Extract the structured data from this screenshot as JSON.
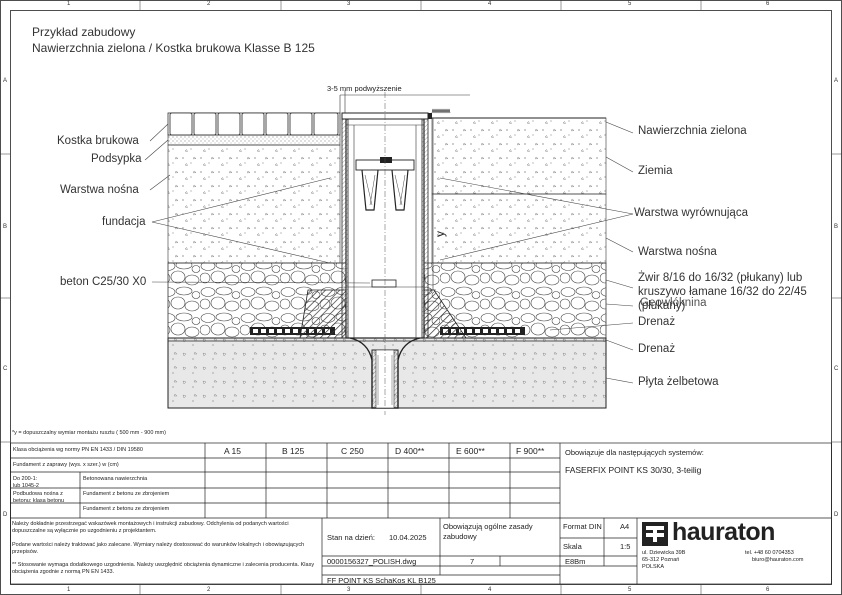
{
  "sheet": {
    "col_markers": [
      "1",
      "2",
      "3",
      "4",
      "5",
      "6"
    ],
    "row_markers": [
      "A",
      "B",
      "C",
      "D"
    ]
  },
  "header": {
    "title_line1": "Przykład zabudowy",
    "title_line2": "Nawierzchnia zielona / Kostka brukowa Klasse B 125"
  },
  "drawing": {
    "callout_top": "3-5 mm podwyższenie",
    "labels_left": {
      "kostka": "Kostka brukowa",
      "podsypka": "Podsypka",
      "warstwa_nosna": "Warstwa nośna",
      "fundacja": "fundacja",
      "beton": "beton C25/30 X0"
    },
    "labels_right": {
      "nawierzchnia": "Nawierzchnia zielona",
      "ziemia": "Ziemia",
      "wyrownujaca": "Warstwa wyrównująca",
      "warstwa_nosna": "Warstwa nośna",
      "zwir_line1": "Żwir 8/16 do 16/32 (płukany) lub",
      "zwir_line2": "kruszywo łamane 16/32 do 22/45",
      "zwir_line3": "(płukany)",
      "geowloknina": "Geowłóknina",
      "drenaz1": "Drenaż",
      "drenaz2": "Drenaż",
      "plyta": "Płyta żelbetowa"
    },
    "y_marker": "y",
    "footnote": "*y = dopuszczalny wymiar montażu rusztu ( 500 mm - 900 mm)"
  },
  "titleblock": {
    "row1_left": "Klasa obciążenia wg normy PN EN 1433 / DIN 19580",
    "row2_left": "Fundament z zaprawy (wys. x szer.) w (cm)",
    "classes": [
      "A 15",
      "B 125",
      "C 250",
      "D 400**",
      "E 600**",
      "F 900**"
    ],
    "norm_small": "Do 200-1:\nlub 1045-2",
    "fund_small": "Podbudowa nośna z betonu: klasa betonu",
    "r3": "Betonowana nawierzchnia",
    "r4": "Fundament z betonu ze zbrojeniem",
    "r5": "Fundament z betonu ze zbrojeniem",
    "system_label": "Obowiązuje dla następujących systemów:",
    "system_value": "FASERFIX POINT KS 30/30, 3-teilig",
    "notes1": "Należy dokładnie przestrzegać wskazówek montażowych i instrukcji zabudowy. Odchylenia od podanych wartości dopuszczalne są wyłącznie po uzgodnieniu z projektantem.",
    "notes2": "Podane wartości należy traktować jako zalecane. Wymiary należy dostosować do warunków lokalnych i obowiązujących przepisów.",
    "notes3": "** Stosowanie wymaga dodatkowego uzgodnienia. Należy uwzględnić obciążenia dynamiczne i zalecenia producenta. Klasy obciążenia zgodnie z normą PN EN 1433.",
    "stan_label": "Stan na dzień:",
    "stan_value": "10.04.2025",
    "obow_text": "Obowiązują ogólne zasady zabudowy",
    "file_name": "0000156327_POLISH.dwg",
    "file_num": "7",
    "file_code": "E8Bm",
    "bottom_title": "FF POINT KS  SchaKos  KL B125",
    "format_label": "Format DIN",
    "format_value": "A4",
    "skala_label": "Skala",
    "skala_value": "1:5"
  },
  "company": {
    "name": "hauraton",
    "addr1": "ul. Dziewicka 39B",
    "addr2": "65-312 Poznań",
    "addr3": "POLSKA",
    "tel": "tel. +48 60 0704353",
    "email": "biuro@hauraton.com"
  }
}
